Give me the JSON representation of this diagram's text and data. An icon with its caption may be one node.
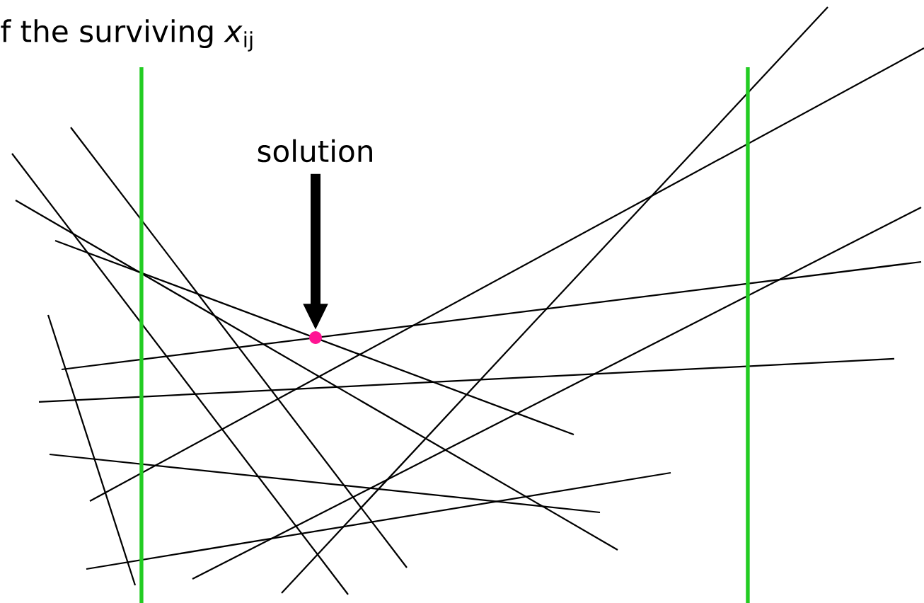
{
  "diagram": {
    "nodes": [
      {
        "text": [
          "solution"
        ]
      },
      {
        "text": [],
        "shape": "circle"
      }
    ],
    "edges": [
      {
        "from": 0,
        "to": 1,
        "arrow": "to"
      }
    ],
    "labels": [
      "f the surviving *x*$_{ij}$"
    ]
  }
}
